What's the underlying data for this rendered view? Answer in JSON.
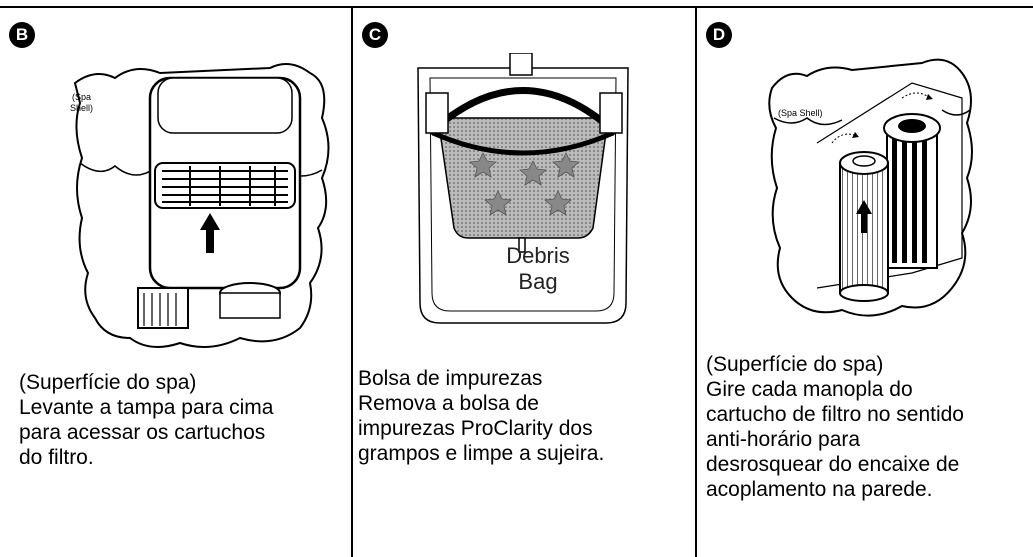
{
  "panels": [
    {
      "badge": "B",
      "illustration_label": "(Spa\nShell)",
      "caption": "(Superfície do spa)\nLevante a tampa para cima\npara acessar os cartuchos\ndo filtro."
    },
    {
      "badge": "C",
      "illustration_label": "Debris\nBag",
      "caption": "Bolsa de impurezas\nRemova a bolsa de\nimpurezas ProClarity dos\ngrampos e limpe a sujeira."
    },
    {
      "badge": "D",
      "illustration_label": "(Spa Shell)",
      "caption": "(Superfície do spa)\nGire cada manopla do\ncartucho de filtro no sentido\nanti-horário para\ndesrosquear do encaixe de\nacoplamento na parede."
    }
  ]
}
